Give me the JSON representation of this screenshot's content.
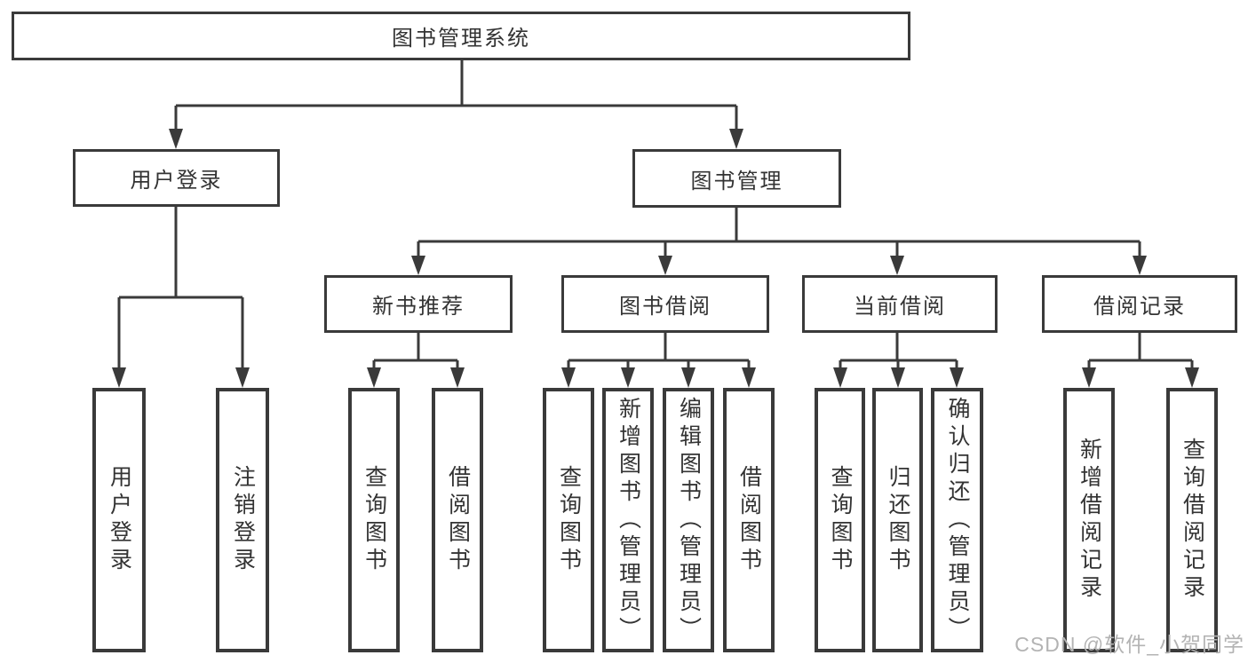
{
  "diagram": {
    "nodes": {
      "root": "图书管理系统",
      "user_login": "用户登录",
      "book_management": "图书管理",
      "new_book_recommend": "新书推荐",
      "book_borrow": "图书借阅",
      "current_borrow": "当前借阅",
      "borrow_records": "借阅记录"
    },
    "leaves": {
      "user": [
        "用户登录",
        "注销登录"
      ],
      "new_book": [
        "查询图书",
        "借阅图书"
      ],
      "borrow": [
        "查询图书",
        "新增图书（管理员）",
        "编辑图书（管理员）",
        "借阅图书"
      ],
      "current": [
        "查询图书",
        "归还图书",
        "确认归还（管理员）"
      ],
      "records": [
        "新增借阅记录",
        "查询借阅记录"
      ]
    },
    "colors": {
      "line": "#3a3a3a",
      "text": "#333333",
      "background": "#ffffff",
      "watermark": "#b3b3b3"
    }
  },
  "watermark": {
    "text": "CSDN @软件_小贺同学"
  }
}
